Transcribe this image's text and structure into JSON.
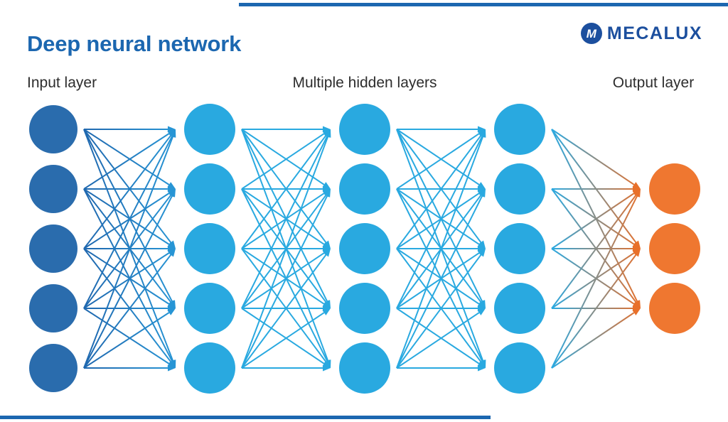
{
  "title": {
    "text": "Deep neural network",
    "color": "#1c67b0"
  },
  "brand": {
    "wordmark": "MECALUX",
    "monogram": "M",
    "color": "#1c4f9e"
  },
  "layer_labels": {
    "input": "Input layer",
    "hidden": "Multiple hidden layers",
    "output": "Output layer"
  },
  "decor": {
    "bar_color": "#1c67b0"
  },
  "network": {
    "connectivity": "fully-connected-between-adjacent-layers",
    "layers": [
      {
        "name": "input",
        "type": "input",
        "label": "Input layer",
        "nodes": 5,
        "node_color": "#2a6cad"
      },
      {
        "name": "hidden-1",
        "type": "hidden",
        "label": "",
        "nodes": 5,
        "node_color": "#29a9e0"
      },
      {
        "name": "hidden-2",
        "type": "hidden",
        "label": "",
        "nodes": 5,
        "node_color": "#29a9e0"
      },
      {
        "name": "hidden-3",
        "type": "hidden",
        "label": "",
        "nodes": 5,
        "node_color": "#29a9e0"
      },
      {
        "name": "output",
        "type": "output",
        "label": "Output layer",
        "nodes": 3,
        "node_color": "#ef7730"
      }
    ],
    "link_zones": [
      {
        "from": "#2068af",
        "to": "#2795d5",
        "arrow": "#2795d5"
      },
      {
        "from": "#29a9e0",
        "to": "#29a9e0",
        "arrow": "#29a9e0"
      },
      {
        "from": "#29a9e0",
        "to": "#29a9e0",
        "arrow": "#29a9e0"
      },
      {
        "from": "#2ba9e1",
        "to": "#e8702a",
        "arrow": "#e8702a"
      }
    ]
  }
}
